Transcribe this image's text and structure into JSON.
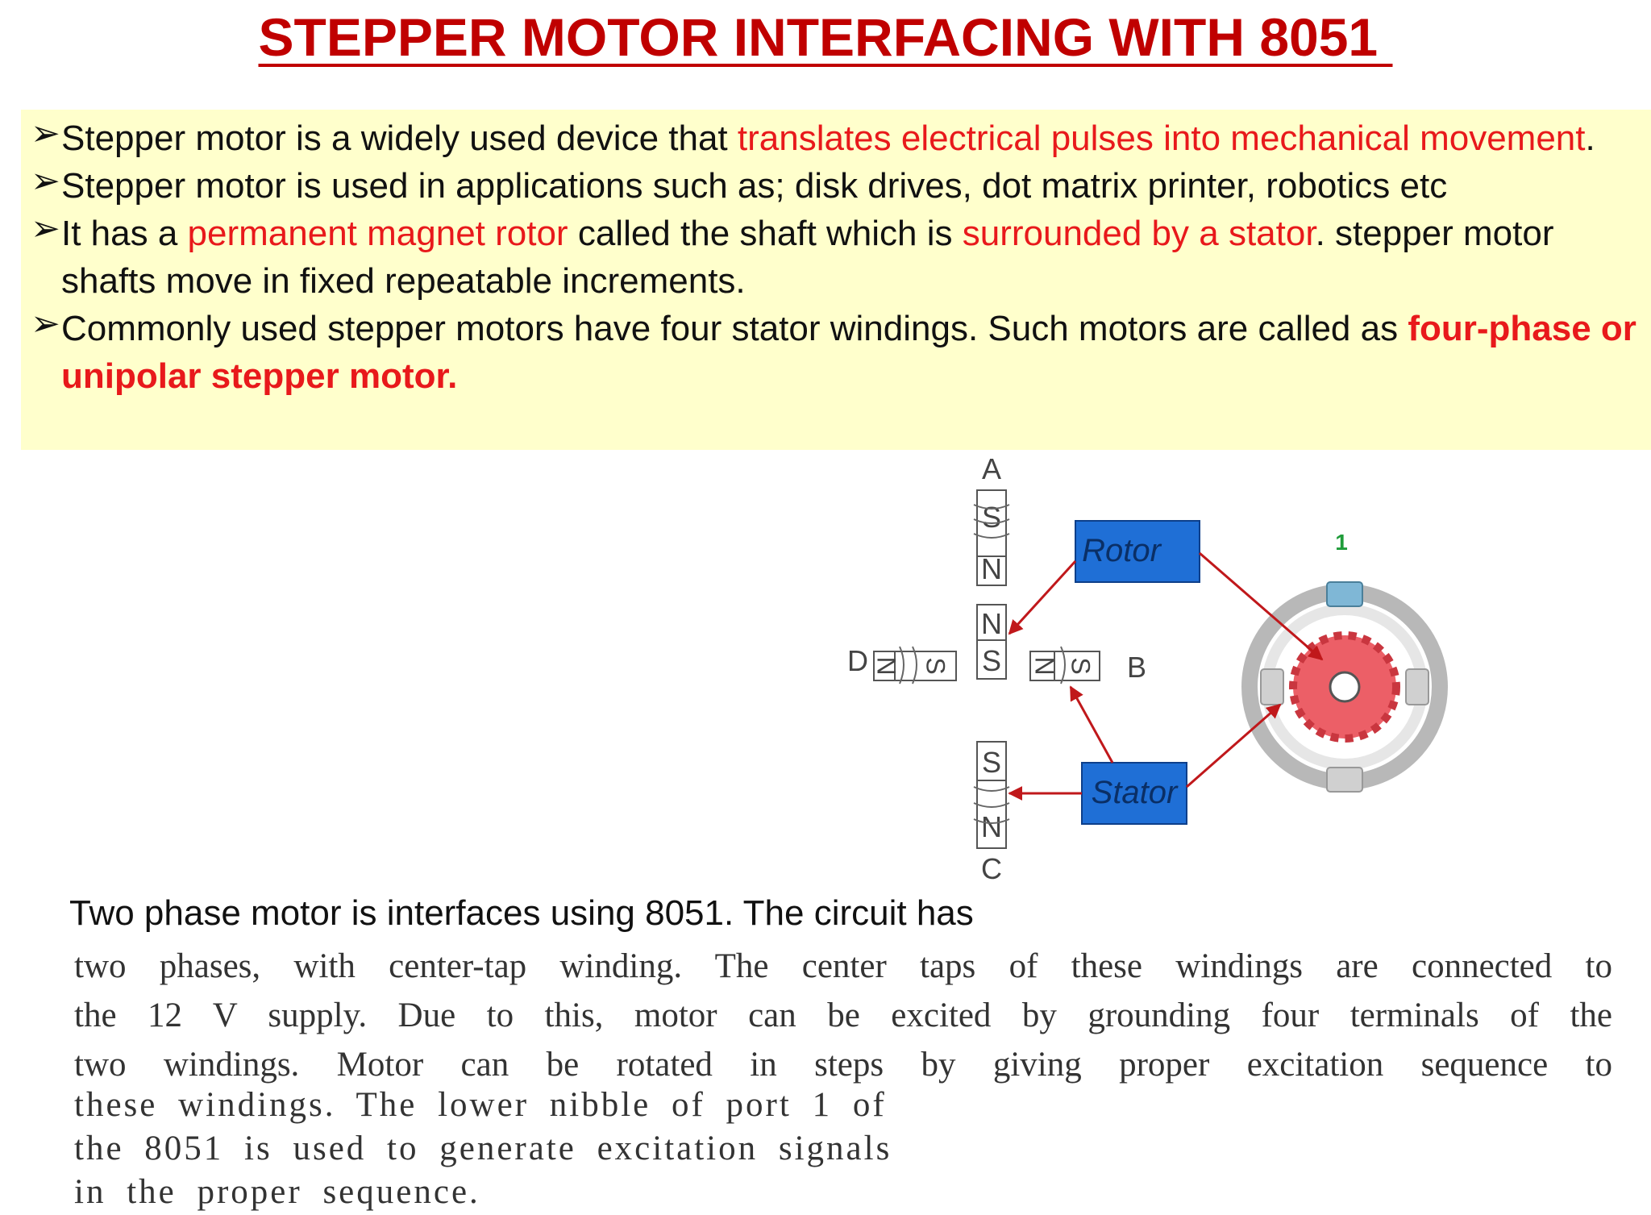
{
  "title": "STEPPER MOTOR INTERFACING WITH 8051 ",
  "bullets": [
    {
      "arrow": "➢",
      "t1": "Stepper motor is a widely used device that ",
      "r1": "translates electrical pulses into mechanical movement",
      "t2": "."
    },
    {
      "arrow": "➢",
      "t1": "Stepper motor is used in applications such as; disk drives, dot matrix printer, robotics etc"
    },
    {
      "arrow": "➢",
      "t1": "It has a ",
      "r1": "permanent magnet rotor",
      "t2": " called the shaft which is ",
      "r2": "surrounded by a stator",
      "t3": ". stepper motor shafts move in fixed repeatable increments."
    },
    {
      "arrow": "➢",
      "t1": "Commonly used stepper motors have four stator windings. Such motors are called as ",
      "b1": "four-phase or unipolar stepper motor."
    }
  ],
  "diagram": {
    "terminals": {
      "a": "A",
      "b": "B",
      "c": "C",
      "d": "D"
    },
    "poles": {
      "s": "S",
      "n": "N"
    },
    "rotor_label": "Rotor",
    "stator_label": "Stator",
    "tooth_number": "1",
    "colors": {
      "box": "#1f6fd6",
      "arrow": "#c0181b",
      "rotor": "#ec5f67",
      "ring": "#b8b8b8"
    }
  },
  "caption": "Two phase motor is interfaces using 8051. The circuit has",
  "paragraph": [
    "two phases, with center-tap winding. The center taps of these windings are connected to",
    "the 12 V supply. Due to this, motor can be excited by grounding four terminals of the",
    "two windings. Motor can be rotated in steps by giving proper excitation sequence to",
    "these windings. The lower nibble of port 1 of",
    "the 8051 is used to generate excitation signals",
    "in the proper sequence."
  ]
}
